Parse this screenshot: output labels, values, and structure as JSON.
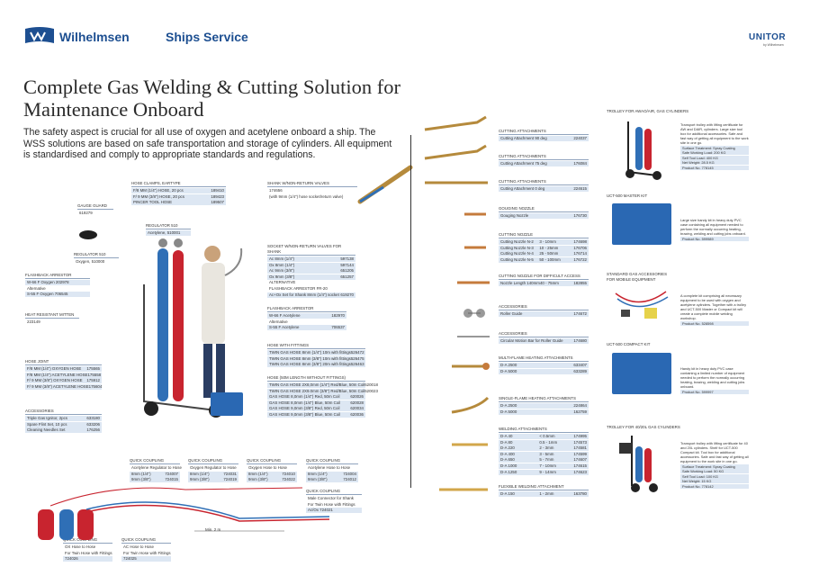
{
  "header": {
    "brand_left": "Wilhelmsen",
    "brand_mid": "Ships Service",
    "brand_right": "UNITOR",
    "brand_right_sub": "by Wilhelmsen"
  },
  "title": "Complete Gas Welding & Cutting Solution for Maintenance Onboard",
  "intro": "The safety aspect is crucial for all use of oxygen and acetylene onboard a ship. The WSS solutions are based on safe transportation and storage of cylinders. All equipment is standardised and comply to appropriate standards and regulations.",
  "left": {
    "hose_clamps": {
      "title": "HOSE CLAMPS, EARTYPE",
      "rows": [
        [
          "F/8 MM (1/4\") HOSE, 20 pcs",
          "189410"
        ],
        [
          "F/ 9 MM (3/8\") HOSE, 20 pcs",
          "189423"
        ],
        [
          "PINCER TOOL HOSE",
          "189507"
        ]
      ]
    },
    "shank_valves": {
      "title": "SHANK W/NON-RETURN VALVES",
      "rows": [
        [
          "174656",
          ""
        ],
        [
          "(with 9mm (1/4\") hose socket/return valve)",
          ""
        ]
      ]
    },
    "gauge_guard": {
      "title": "GAUGE GUARD",
      "rows": [
        [
          "619279",
          ""
        ]
      ]
    },
    "regulator_acet": {
      "title": "REGULATOR 510",
      "rows": [
        [
          "Acetylene, 510001",
          ""
        ]
      ]
    },
    "regulator_oxy": {
      "title": "REGULATOR 510",
      "rows": [
        [
          "Oxygen, 510000",
          ""
        ]
      ]
    },
    "flashback_left": {
      "title": "FLASHBACK ARRESTOR",
      "rows": [
        [
          "W-66 F Oxygen 202978",
          ""
        ],
        [
          "Alternative",
          ""
        ],
        [
          "S-55 F Oxygen 706545",
          ""
        ]
      ]
    },
    "heat_mitten": {
      "title": "HEAT RESISTANT MITTEN",
      "rows": [
        [
          "223149",
          ""
        ]
      ]
    },
    "hose_joint": {
      "title": "HOSE JOINT",
      "rows": [
        [
          "F/8 MM (1/4\") OXYGEN HOSE",
          "175565"
        ],
        [
          "F/8 MM (1/4\") ACETYLENE HOSE",
          "175558"
        ],
        [
          "F/ 9 MM (3/8\") OXYGEN HOSE",
          "175912"
        ],
        [
          "F/ 9 MM (3/8\") ACETYLENE HOSE",
          "175604"
        ]
      ]
    },
    "accessories": {
      "title": "ACCESSORIES",
      "rows": [
        [
          "Triple Gas Ignitor, 2pcs",
          "633180"
        ],
        [
          "Spare Flint Set, 10 pcs",
          "633206"
        ],
        [
          "Cleaning Needles Set",
          "176256"
        ]
      ]
    },
    "socket_valves": {
      "title": "SOCKET W/NON-RETURN VALVES FOR SHANK",
      "rows": [
        [
          "Ac 8mm (1/4\")",
          "597138"
        ],
        [
          "Ox 8mm (1/4\")",
          "597144"
        ],
        [
          "Ac 9mm (3/8\")",
          "651205"
        ],
        [
          "Ox 9mm (3/8\")",
          "651257"
        ],
        [
          "ALTERNATIVE",
          ""
        ],
        [
          "FLASHBACK ARRESTOR FR-20",
          ""
        ],
        [
          "Ac+Ox Set for Shank 8mm (1/4\") socket",
          "619270"
        ]
      ]
    },
    "flashback_mid": {
      "title": "FLASHBACK ARRESTOR",
      "rows": [
        [
          "W-66 F Acetylene",
          "182970"
        ],
        [
          "Alternative",
          ""
        ],
        [
          "S-55 F Acetylene",
          "706537"
        ]
      ]
    },
    "hose_fittings": {
      "title": "HOSE WITH FITTINGS",
      "rows": [
        [
          "TWIN GAS HOSE 8mm (1/4\") 10m with fittings",
          "526472"
        ],
        [
          "TWIN GAS HOSE 8mm (3/8\") 10m with fittings",
          "526475"
        ],
        [
          "TWIN GAS HOSE 8mm (3/8\") 20m with fittings",
          "526463"
        ]
      ]
    },
    "hose_no_fittings": {
      "title": "HOSE (50M LENGTH WITHOUT FITTINGS)",
      "rows": [
        [
          "TWIN GAS HOSE 2X8,0mm (1/4\") Red/Blue, 50m Coil",
          "620018"
        ],
        [
          "TWIN GAS HOSE 2X9.0mm (3/8\") Red/Blue, 50m Coil",
          "620023"
        ],
        [
          "GAS HOSE 8,0mm (1/4\") Red, 50m Coil",
          "620026"
        ],
        [
          "GAS HOSE 8,0mm (1/4\") Blue, 50m Coil",
          "620028"
        ],
        [
          "GAS HOSE 9,0mm (3/8\") Red, 50m Coil",
          "620034"
        ],
        [
          "GAS HOSE 9,0mm (3/8\") Blue, 50m Coil",
          "620036"
        ]
      ]
    }
  },
  "couplings": {
    "qc1": {
      "title": "QUICK COUPLING",
      "sub": "Acetylene Regulator to Hose",
      "rows": [
        [
          "8mm (1/4\")",
          "724007"
        ],
        [
          "9mm (3/8\")",
          "724015"
        ]
      ]
    },
    "qc2": {
      "title": "QUICK COUPLING",
      "sub": "Oxygen Regulator to Hose",
      "rows": [
        [
          "8mm (1/4\")",
          "724031"
        ],
        [
          "9mm (3/8\")",
          "724019"
        ]
      ]
    },
    "qc3": {
      "title": "QUICK COUPLING",
      "sub": "Oxygen Hose to Hose",
      "rows": [
        [
          "8mm (1/4\")",
          "724010"
        ],
        [
          "9mm (3/8\")",
          "724022"
        ]
      ]
    },
    "qc4": {
      "title": "QUICK COUPLING",
      "sub": "Acetylene Hose to Hose",
      "rows": [
        [
          "8mm (1/4\")",
          "724004"
        ],
        [
          "9mm (3/8\")",
          "724012"
        ]
      ]
    },
    "qc5": {
      "title": "QUICK COUPLING",
      "sub": "Male Connector for Shank",
      "sub2": "For Twin Hose with Fittings",
      "sub3": "Ac/Ox 724021"
    },
    "qc6": {
      "title": "QUICK COUPLING",
      "sub": "OX Hose to Hose",
      "sub2": "For Twin Hose with Fittings",
      "sub3": "724026"
    },
    "qc7": {
      "title": "QUICK COUPLING",
      "sub": "AC Hose to Hose",
      "sub2": "For Twin Hose with Fittings",
      "sub3": "724025"
    },
    "min_label": "Min. 2 m"
  },
  "middle": {
    "cut1": {
      "title": "CUTTING ATTACHMENTS",
      "rows": [
        [
          "Cutting Attachment 90 deg",
          "224037"
        ]
      ]
    },
    "cut2": {
      "title": "CUTTING ATTACHMENTS",
      "rows": [
        [
          "Cutting Attachment 75 deg",
          "176084"
        ]
      ]
    },
    "cut3": {
      "title": "CUTTING ATTACHMENTS",
      "rows": [
        [
          "Cutting Attachment 0 deg",
          "224615"
        ]
      ]
    },
    "gouging": {
      "title": "GOUGING NOZZLE",
      "rows": [
        [
          "Gouging Nozzle",
          "176730"
        ]
      ]
    },
    "nozzle": {
      "title": "CUTTING NOZZLE",
      "rows": [
        [
          "Cutting Nozzle N-2",
          "3 - 10mm",
          "174698"
        ],
        [
          "Cutting Nozzle N-3",
          "10 - 25mm",
          "176706"
        ],
        [
          "Cutting Nozzle N-4",
          "25 - 50mm",
          "176714"
        ],
        [
          "Cutting Nozzle N-5",
          "50 - 100mm",
          "176722"
        ]
      ]
    },
    "nozzle_difficult": {
      "title": "CUTTING NOZZLE FOR DIFFICULT ACCESS",
      "rows": [
        [
          "Nozzle Length 140mm",
          "40 - 75mm",
          "182855"
        ]
      ]
    },
    "acc_roller": {
      "title": "ACCESSORIES",
      "rows": [
        [
          "Roller Guide",
          "174672"
        ]
      ]
    },
    "acc_circular": {
      "title": "ACCESSORIES",
      "rows": [
        [
          "Circular Motion Bar for Roller Guide",
          "174680"
        ]
      ]
    },
    "multi_flame": {
      "title": "MULTI-FLAME HEATING ATTACHMENTS",
      "rows": [
        [
          "D-A 2500",
          "633407"
        ],
        [
          "D-A 5000",
          "633289"
        ]
      ]
    },
    "single_flame": {
      "title": "SINGLE-FLAME HEATING ATTACHMENTS",
      "rows": [
        [
          "D-A 2500",
          "224864"
        ],
        [
          "D-A 5000",
          "162759"
        ]
      ]
    },
    "welding": {
      "title": "WELDING ATTACHMENTS",
      "rows": [
        [
          "D-A 40",
          "< 0.5mm",
          "174995"
        ],
        [
          "D-A 80",
          "0.5 - 1mm",
          "174573"
        ],
        [
          "D-A 220",
          "2 - 3mm",
          "174581"
        ],
        [
          "D-A 400",
          "3 - 5mm",
          "174599"
        ],
        [
          "D-A 650",
          "5 - 7mm",
          "174607"
        ],
        [
          "D-A 1000",
          "7 - 10mm",
          "174615"
        ],
        [
          "D-A 1250",
          "9 - 14mm",
          "174623"
        ]
      ]
    },
    "flexible": {
      "title": "FLEXIBLE WELDING ATTACHMENT",
      "rows": [
        [
          "D-A 150",
          "1 - 2mm",
          "163780"
        ]
      ]
    }
  },
  "right": {
    "trolley1": {
      "title": "TROLLEY FOR AWAO/AIR, GAS CYLINDERS",
      "desc": "Transport trolley with lifting certificate for AW and DAIR, cylinders. Large size tool box for additional accessories. Safe and fast way of getting all equipment to the work site in one go.",
      "rows": [
        "Surface Treatment: Spray Coating",
        "Safe Working Load: 200 KG",
        "Self Tool Load: 400 KG",
        "Net Weight: 28.5 KG",
        "Product No. 778145"
      ]
    },
    "kit1": {
      "title": "UCT-500 MASTER KIT",
      "desc": "Large size handy kit in heavy duty PVC case containing all equipment needed to perform the normally occurring heating, brazing, welding and cutting jobs onboard.",
      "rows": [
        "Product No. 599989"
      ]
    },
    "kit2": {
      "title": "STANDARD GAS ACCESSORIES FOR MOBILE EQUIPMENT",
      "desc": "A complete kit comprising all necessary equipment to be used with oxygen and acetylene cylinders. Together with a trolley and UCT-500 Master or Compact kit will create a complete mobile welding workshop.",
      "rows": [
        "Product No. 528598"
      ]
    },
    "kit3": {
      "title": "UCT-500 COMPACT KIT",
      "desc": "Handy kit in heavy duty PVC case containing a limited number of equipment needed to perform the normally occurring heating, brazing, welding and cutting jobs onboard.",
      "rows": [
        "Product No. 599997"
      ]
    },
    "trolley2": {
      "title": "TROLLEY FOR 40/20L GAS CYLINDERS",
      "desc": "Transport trolley with lifting certificate for 40 and 20L cylinders. Shelf for UCT-500 Compact kit. Tool box for additional accessories. Safe and fast way of getting all equipment to the work site in one go.",
      "rows": [
        "Surface Treatment: Spray Coating",
        "Safe Working Load: 50 KG",
        "Self Tool Load: 100 KG",
        "Net Weight: 15 KG",
        "Product No. 778142"
      ]
    }
  },
  "colors": {
    "brand": "#1d4f91",
    "row": "#dde7f3"
  }
}
